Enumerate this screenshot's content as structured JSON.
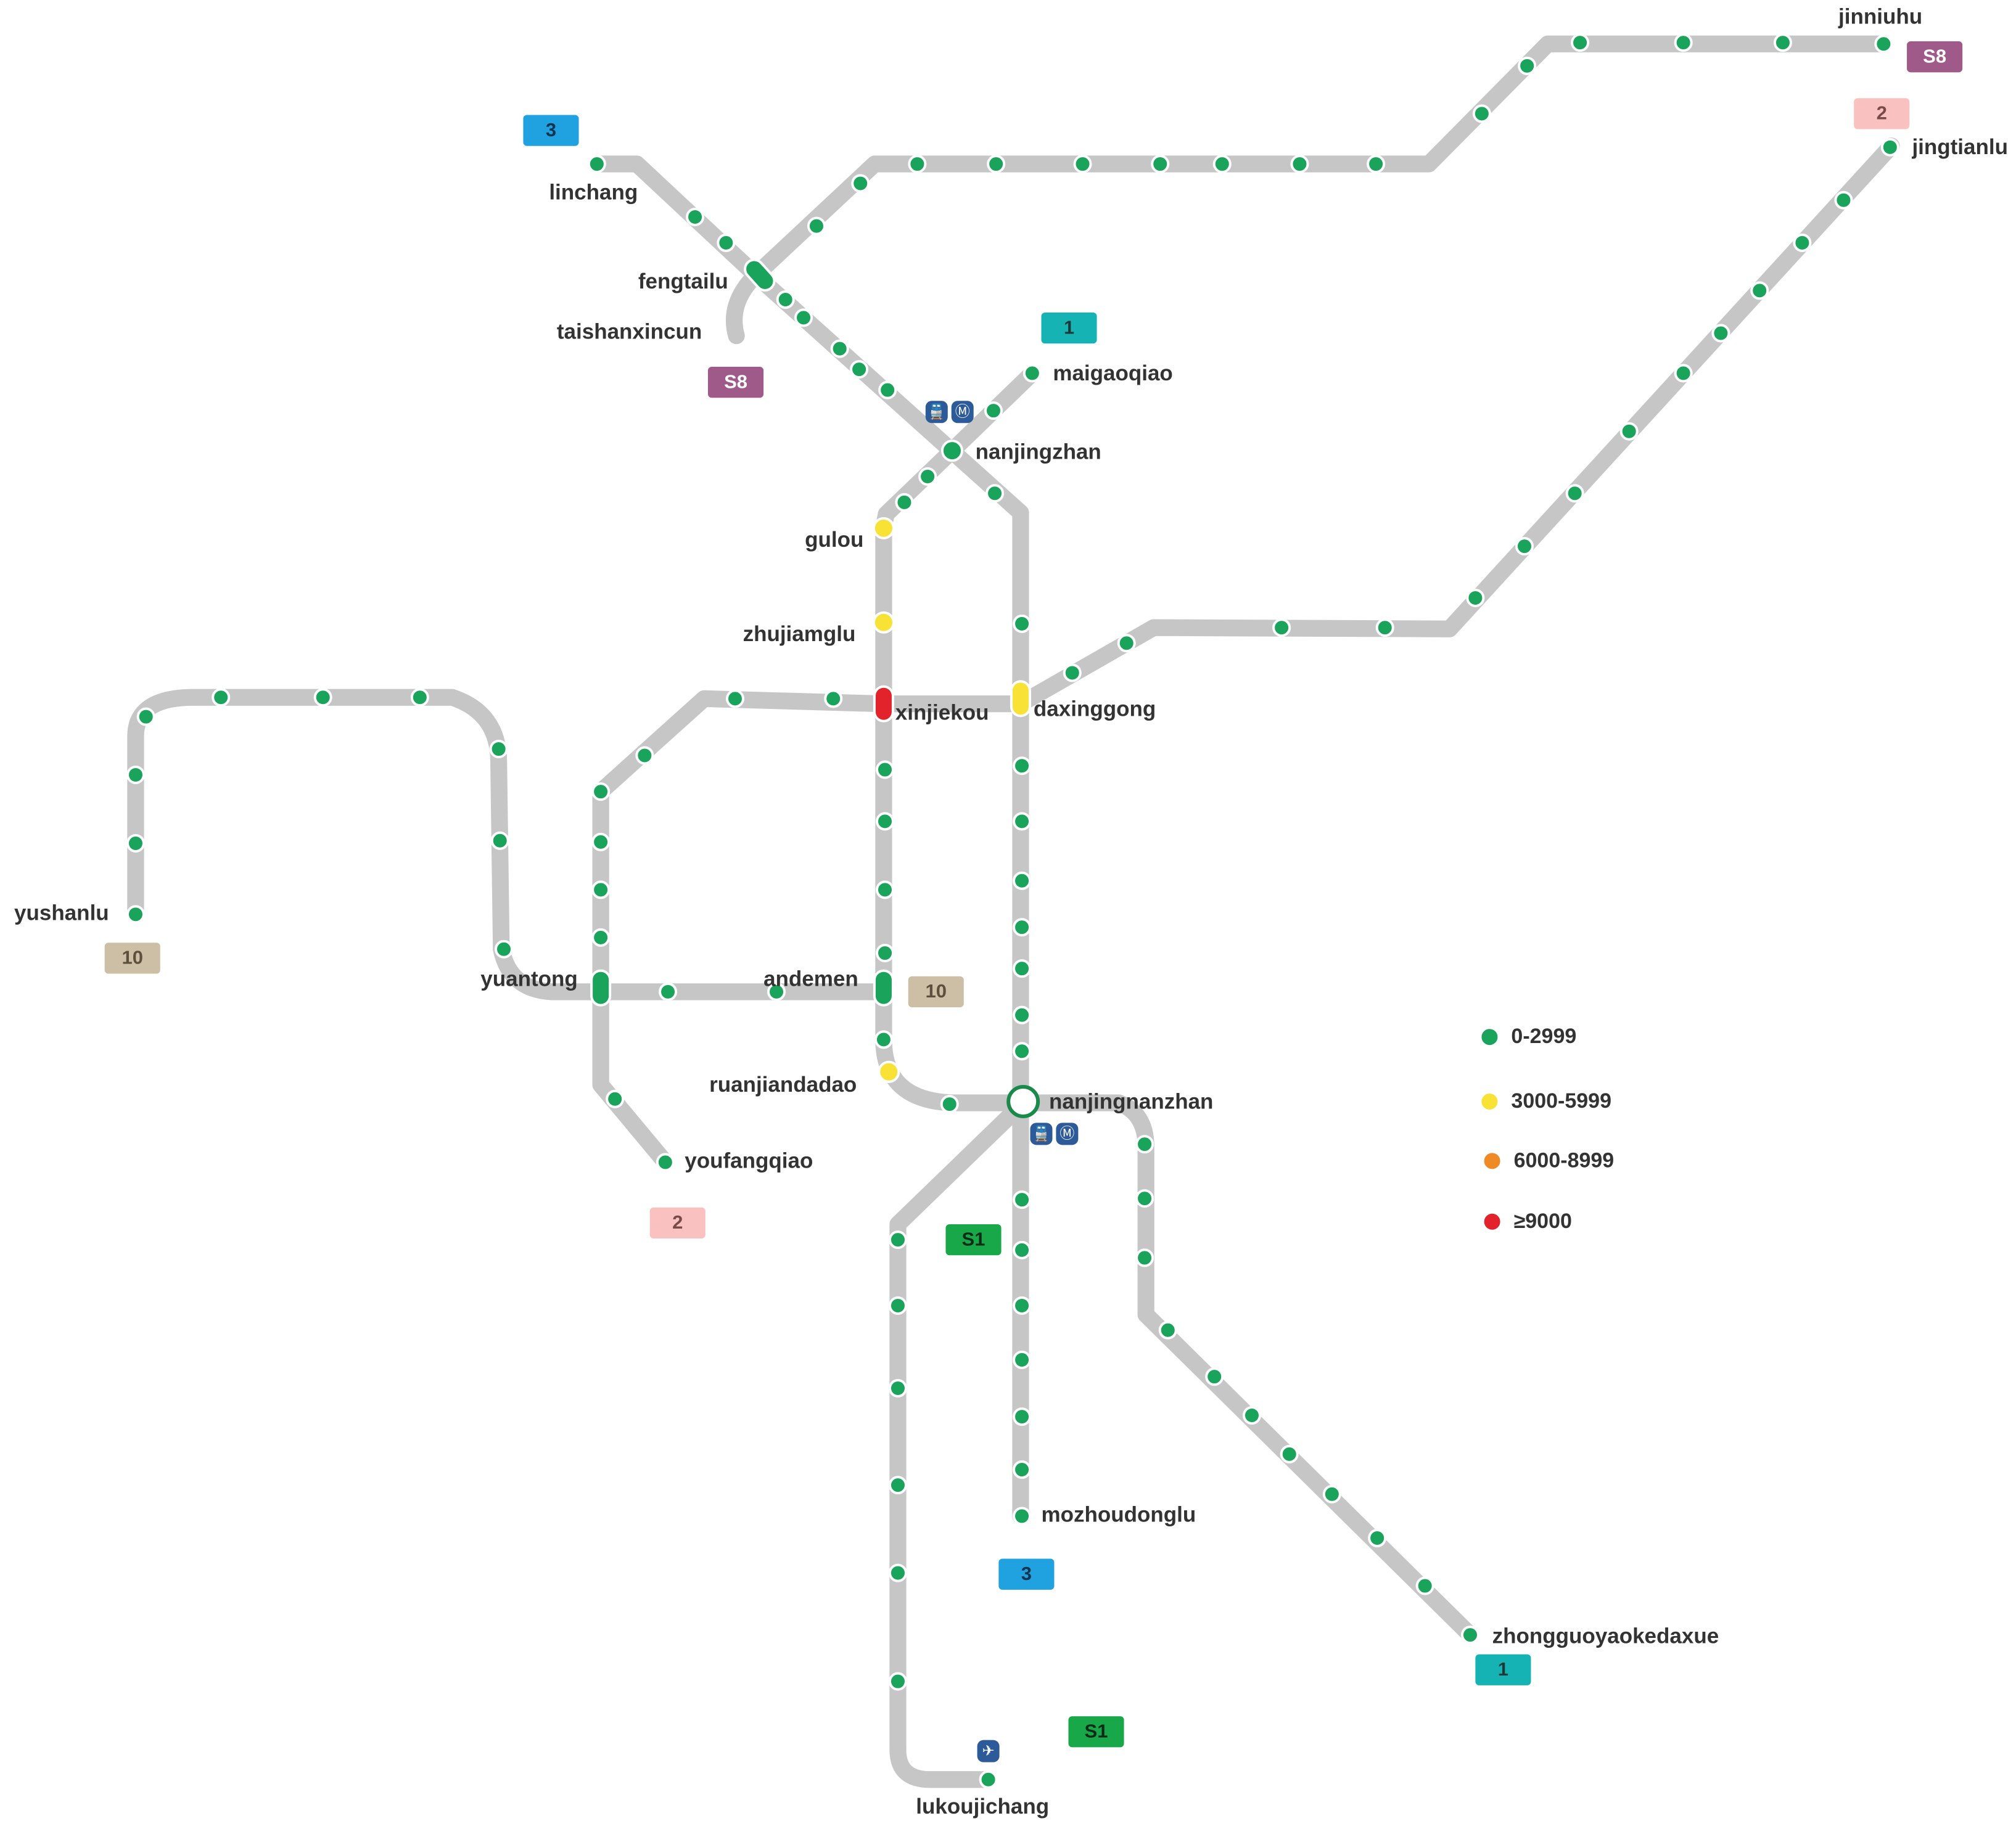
{
  "colors": {
    "track": "#c6c6c6",
    "station_default": "#1aa35a",
    "station_mid": "#f7e235",
    "station_high": "#f08a24",
    "station_peak": "#e3232b",
    "station_stroke": "#ffffff",
    "hub_ring": "#1a8a4a",
    "facility_icon_bg": "#2d5b9a"
  },
  "legend": [
    {
      "label": "0-2999",
      "color": "#1aa35a"
    },
    {
      "label": "3000-5999",
      "color": "#f7e235"
    },
    {
      "label": "6000-8999",
      "color": "#f08a24"
    },
    {
      "label": "≥9000",
      "color": "#e3232b"
    }
  ],
  "lines": [
    {
      "id": "1",
      "label": "1",
      "color": "#16b3b5",
      "text_color": "#1a3a3a"
    },
    {
      "id": "2",
      "label": "2",
      "color": "#f9c2c0",
      "text_color": "#7a4a48"
    },
    {
      "id": "3",
      "label": "3",
      "color": "#1fa2df",
      "text_color": "#0d3550"
    },
    {
      "id": "10",
      "label": "10",
      "color": "#cdbfa6",
      "text_color": "#5c503d"
    },
    {
      "id": "S1",
      "label": "S1",
      "color": "#18a84a",
      "text_color": "#0d2b16"
    },
    {
      "id": "S8",
      "label": "S8",
      "color": "#a05a8a",
      "text_color": "#ffffff"
    }
  ],
  "stations": [
    {
      "name": "linchang"
    },
    {
      "name": "fengtailu"
    },
    {
      "name": "taishanxincun"
    },
    {
      "name": "maigaoqiao"
    },
    {
      "name": "nanjingzhan"
    },
    {
      "name": "gulou",
      "level": "3000-5999"
    },
    {
      "name": "zhujiamglu",
      "level": "3000-5999"
    },
    {
      "name": "xinjiekou",
      "level": "≥9000"
    },
    {
      "name": "daxinggong",
      "level": "3000-5999"
    },
    {
      "name": "yushanlu"
    },
    {
      "name": "yuantong"
    },
    {
      "name": "andemen"
    },
    {
      "name": "ruanjiandadao",
      "level": "3000-5999"
    },
    {
      "name": "nanjingnanzhan"
    },
    {
      "name": "youfangqiao"
    },
    {
      "name": "mozhoudonglu"
    },
    {
      "name": "zhongguoyaokedaxue"
    },
    {
      "name": "lukoujichang"
    },
    {
      "name": "jinniuhu"
    },
    {
      "name": "jingtianlu"
    }
  ],
  "facility_icons": [
    {
      "name": "train-icon",
      "glyph": "🚆"
    },
    {
      "name": "metro-icon",
      "glyph": "Ⓜ"
    },
    {
      "name": "airport-icon",
      "glyph": "✈"
    }
  ]
}
